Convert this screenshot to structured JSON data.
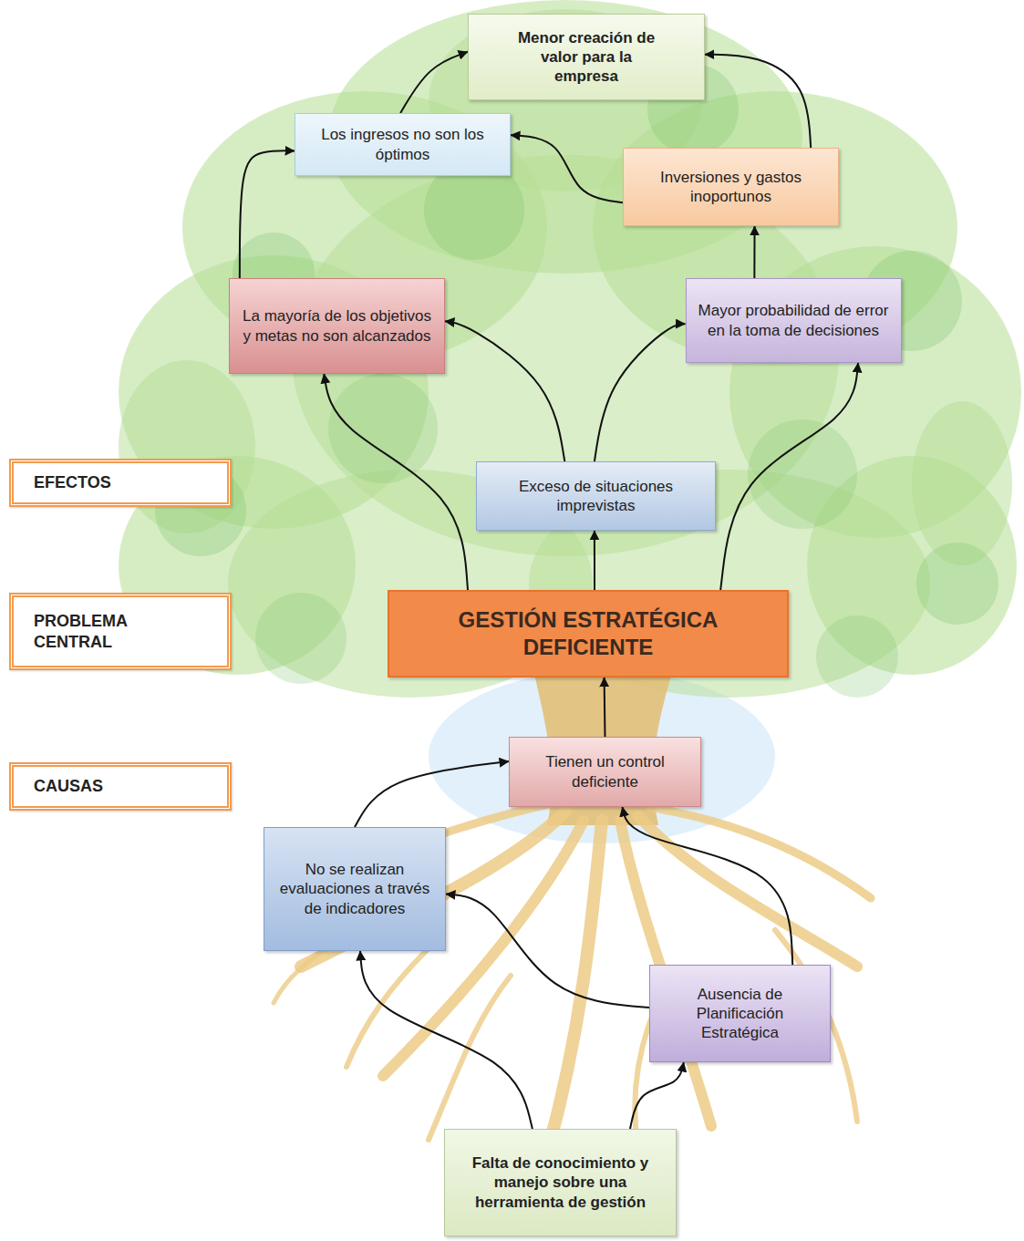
{
  "diagram": {
    "nodes": [
      {
        "text": [
          "Menor creación de valor para la empresa"
        ]
      },
      {
        "text": [
          "Los ingresos no son los óptimos"
        ]
      },
      {
        "text": [
          "Inversiones y gastos inoportunos"
        ]
      },
      {
        "text": [
          "La mayoría de los objetivos y metas no son alcanzados"
        ]
      },
      {
        "text": [
          "Mayor probabilidad de error en la toma de decisiones"
        ]
      },
      {
        "text": [
          "EFECTOS"
        ]
      },
      {
        "text": [
          "Exceso de situaciones imprevistas"
        ]
      },
      {
        "text": [
          "PROBLEMA CENTRAL"
        ]
      },
      {
        "text": [
          "GESTIÓN ESTRATÉGICA DEFICIENTE"
        ]
      },
      {
        "text": [
          "CAUSAS"
        ]
      },
      {
        "text": [
          "Tienen un control deficiente"
        ]
      },
      {
        "text": [
          "No se realizan evaluaciones a través de indicadores"
        ]
      },
      {
        "text": [
          "Ausencia de Planificación Estratégica"
        ]
      },
      {
        "text": [
          "Falta de conocimiento y manejo sobre una herramienta de gestión"
        ]
      }
    ],
    "edges": [
      {
        "from": 1,
        "to": 0,
        "arrow": "to"
      },
      {
        "from": 2,
        "to": 0,
        "arrow": "to"
      },
      {
        "from": 2,
        "to": 1,
        "arrow": "to"
      },
      {
        "from": 3,
        "to": 1,
        "arrow": "to"
      },
      {
        "from": 4,
        "to": 2,
        "arrow": "to"
      },
      {
        "from": 8,
        "to": 3,
        "arrow": "to"
      },
      {
        "from": 6,
        "to": 3,
        "arrow": "to"
      },
      {
        "from": 6,
        "to": 4,
        "arrow": "to"
      },
      {
        "from": 8,
        "to": 4,
        "arrow": "to"
      },
      {
        "from": 8,
        "to": 6,
        "arrow": "to"
      },
      {
        "from": 10,
        "to": 8,
        "arrow": "to"
      },
      {
        "from": 11,
        "to": 10,
        "arrow": "to"
      },
      {
        "from": 12,
        "to": 11,
        "arrow": "to"
      },
      {
        "from": 12,
        "to": 10,
        "arrow": "to"
      },
      {
        "from": 13,
        "to": 11,
        "arrow": "to"
      },
      {
        "from": 13,
        "to": 12,
        "arrow": "to"
      }
    ]
  }
}
